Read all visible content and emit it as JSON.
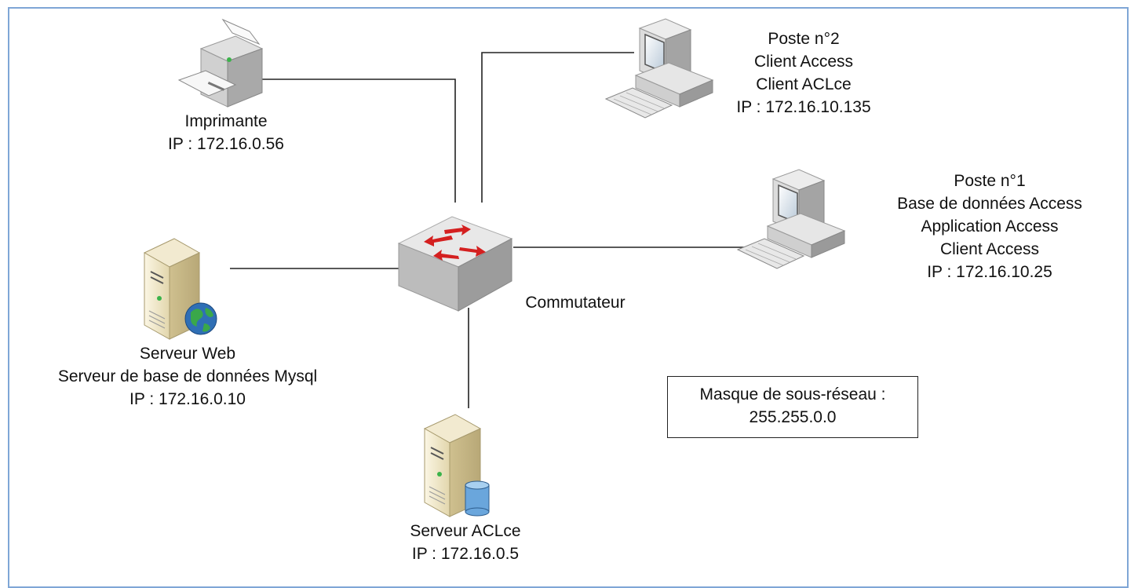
{
  "nodes": {
    "printer": {
      "name": "Imprimante",
      "ip": "IP : 172.16.0.56"
    },
    "web_server": {
      "line1": "Serveur Web",
      "line2": "Serveur de base de données Mysql",
      "ip": "IP : 172.16.0.10"
    },
    "switch": {
      "name": "Commutateur"
    },
    "aclce_server": {
      "name": "Serveur ACLce",
      "ip": "IP : 172.16.0.5"
    },
    "poste2": {
      "title": "Poste n°2",
      "line1": "Client Access",
      "line2": "Client ACLce",
      "ip": "IP : 172.16.10.135"
    },
    "poste1": {
      "title": "Poste n°1",
      "line1": "Base de données Access",
      "line2": "Application Access",
      "line3": "Client Access",
      "ip": "IP : 172.16.10.25"
    }
  },
  "subnet_mask": {
    "label": "Masque de sous-réseau :",
    "value": "255.255.0.0"
  },
  "colors": {
    "frame": "#7fa6d6",
    "switch_arrow": "#d42020",
    "server_body": "#efe6c8",
    "globe": "#2f6fb5",
    "db": "#6aa6dc"
  },
  "icons": [
    "printer-icon",
    "switch-icon",
    "web-server-icon",
    "globe-icon",
    "aclce-server-icon",
    "database-icon",
    "computer-icon"
  ]
}
